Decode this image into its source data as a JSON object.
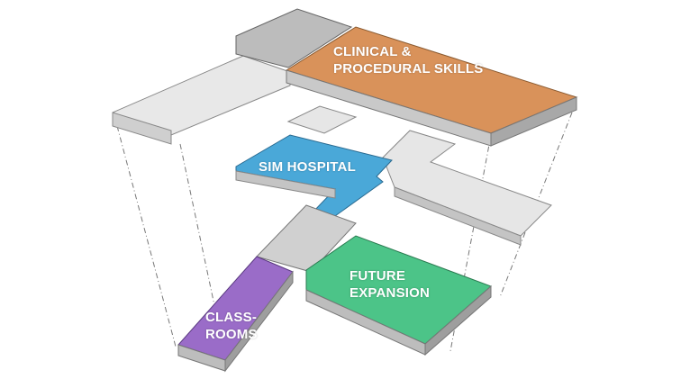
{
  "zones": {
    "clinical": {
      "line1": "CLINICAL &",
      "line2": "PROCEDURAL SKILLS",
      "color": "#d9925a"
    },
    "sim": {
      "label": "SIM HOSPITAL",
      "color": "#4aa8d8"
    },
    "future": {
      "line1": "FUTURE",
      "line2": "EXPANSION",
      "color": "#4cc488"
    },
    "classrooms": {
      "line1": "CLASS-",
      "line2": "ROOMS",
      "color": "#9a6cc8"
    }
  },
  "colors": {
    "gray_top": "#e6e6e6",
    "gray_side": "#bdbdbd",
    "gray_dark": "#8a8a8a"
  }
}
